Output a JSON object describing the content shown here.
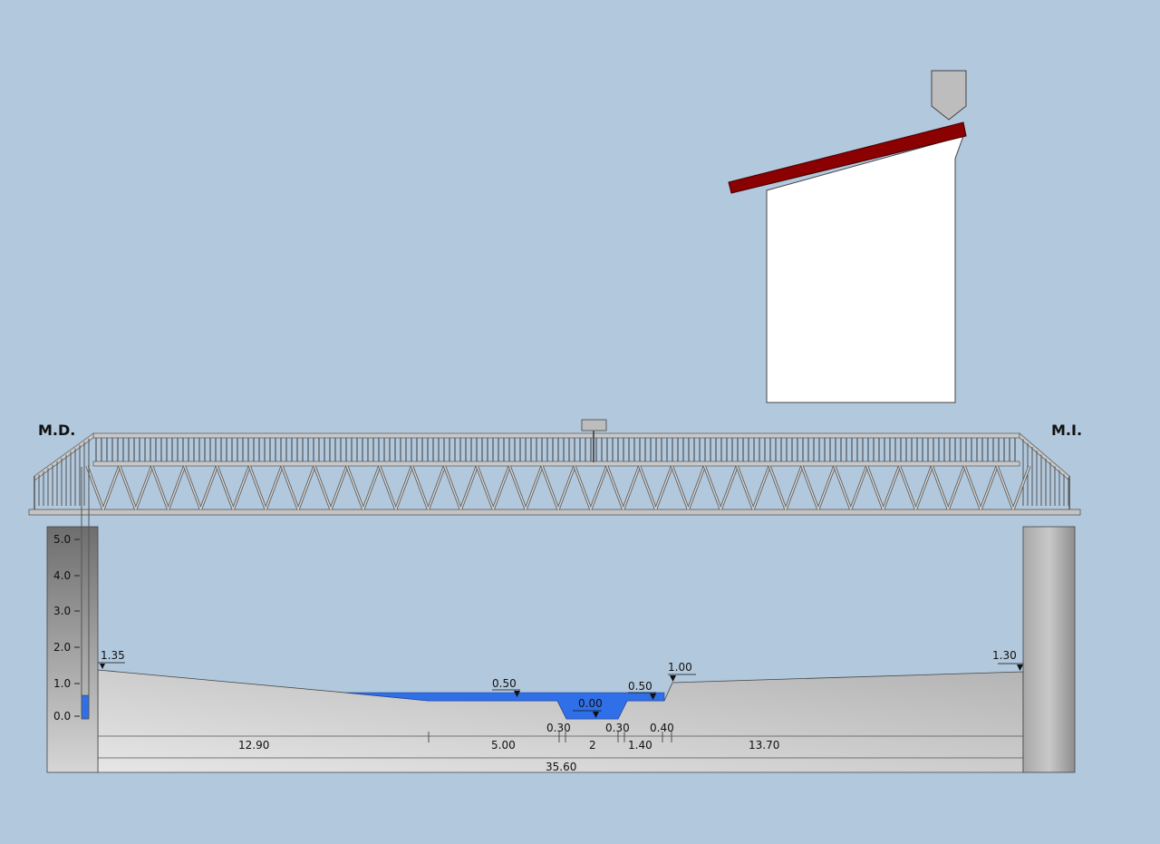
{
  "banks": {
    "left": "M.D.",
    "right": "M.I."
  },
  "gauge": {
    "ticks": [
      "5.0",
      "4.0",
      "3.0",
      "2.0",
      "1.0",
      "0.0"
    ]
  },
  "elevations": {
    "left_bank": "1.35",
    "left_water": "0.50",
    "channel_bottom": "0.00",
    "right_water": "0.50",
    "right_top": "1.00",
    "right_bank": "1.30"
  },
  "sub_widths": {
    "a": "0.30",
    "b": "0.30",
    "c": "0.40"
  },
  "widths": {
    "left_floodplain": "12.90",
    "left_section": "5.00",
    "channel": "2",
    "right_section": "1.40",
    "right_floodplain": "13.70"
  },
  "total_width": "35.60",
  "colors": {
    "background": "#b2c8dc",
    "water": "#2f6fe8",
    "beam": "#8b0000",
    "truss": "#c0c0c0"
  }
}
